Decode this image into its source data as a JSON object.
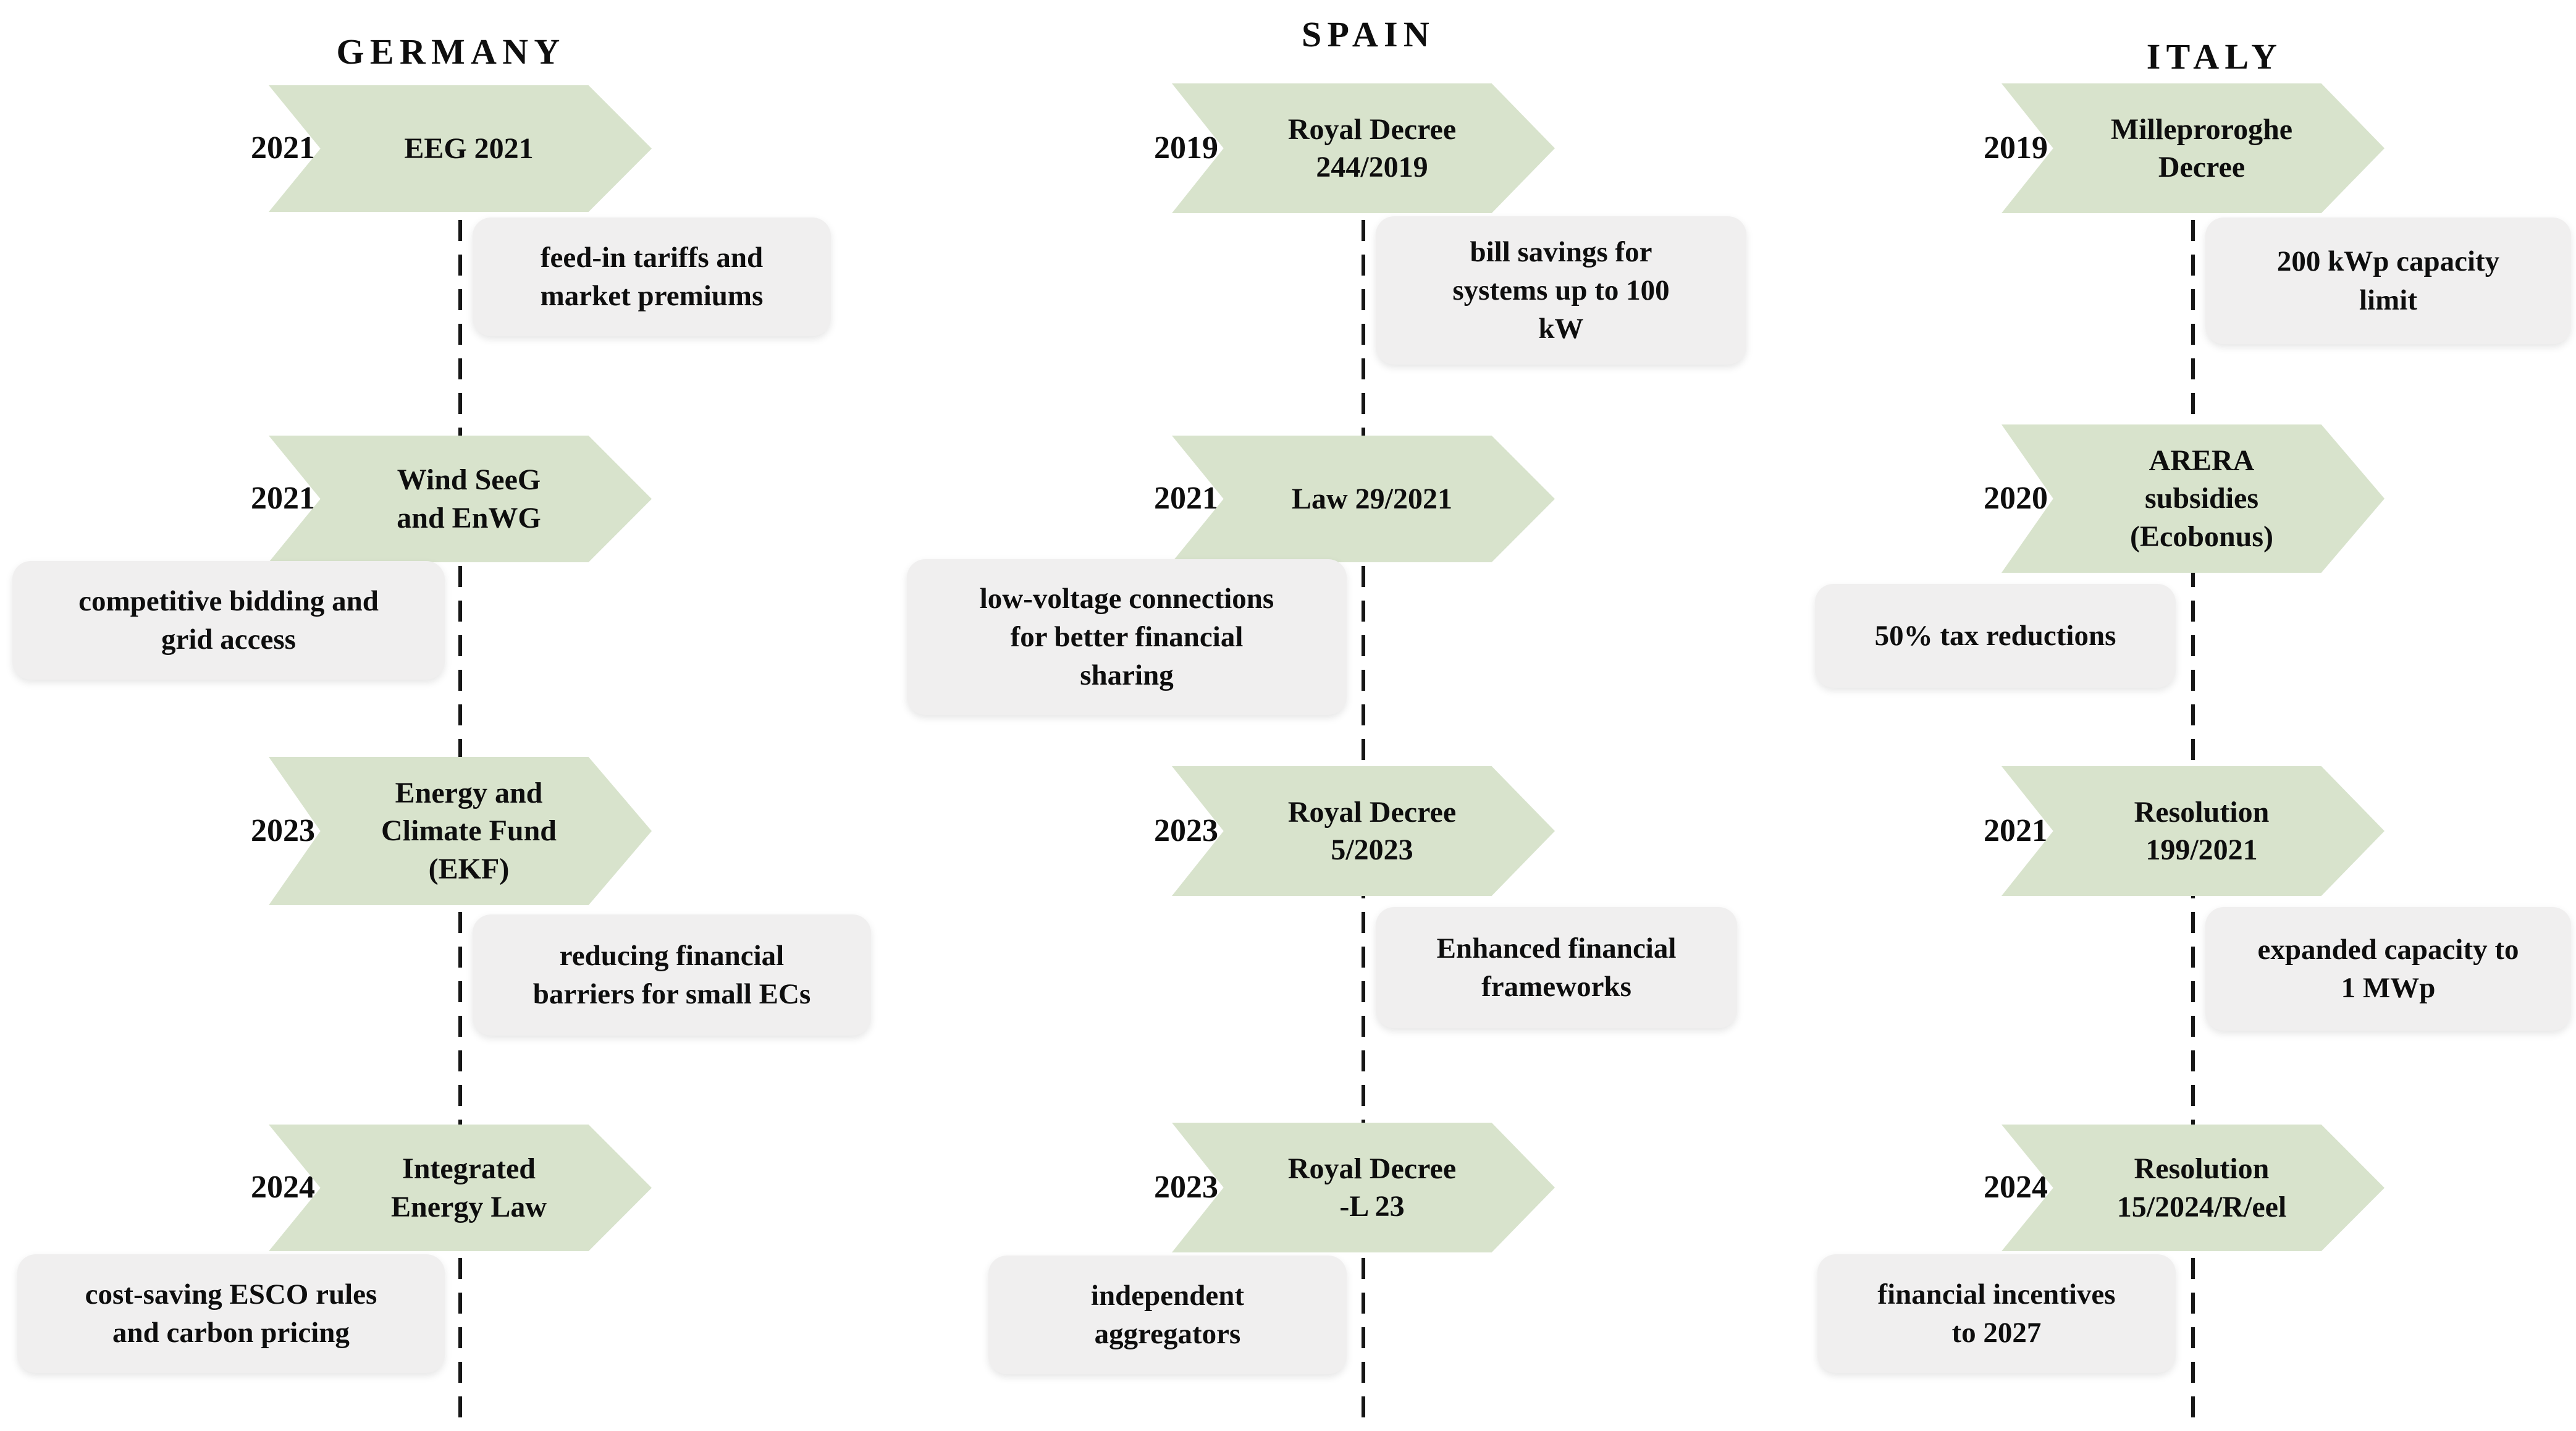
{
  "figure": {
    "type": "policy-timeline-diagram",
    "colors": {
      "arrow_fill": "#d8e3cc",
      "description_box_fill": "#f0efef",
      "timeline_color": "#161616",
      "text_color": "#0e0e0e",
      "background": "#ffffff"
    },
    "columns": [
      {
        "country": "GERMANY",
        "events": [
          {
            "year": "2021",
            "label": "EEG 2021",
            "description": "feed-in tariffs and\nmarket premiums",
            "description_side": "right"
          },
          {
            "year": "2021",
            "label": "Wind SeeG\nand EnWG",
            "description": "competitive bidding and\ngrid access",
            "description_side": "left"
          },
          {
            "year": "2023",
            "label": "Energy and\nClimate Fund\n(EKF)",
            "description": "reducing financial\nbarriers for small ECs",
            "description_side": "right"
          },
          {
            "year": "2024",
            "label": "Integrated\nEnergy Law",
            "description": "cost-saving ESCO rules\nand carbon pricing",
            "description_side": "left"
          }
        ]
      },
      {
        "country": "SPAIN",
        "events": [
          {
            "year": "2019",
            "label": "Royal Decree\n244/2019",
            "description": "bill savings for\nsystems up to 100\nkW",
            "description_side": "right"
          },
          {
            "year": "2021",
            "label": "Law 29/2021",
            "description": "low-voltage connections\nfor better financial\nsharing",
            "description_side": "left"
          },
          {
            "year": "2023",
            "label": "Royal Decree\n5/2023",
            "description": "Enhanced financial\nframeworks",
            "description_side": "right"
          },
          {
            "year": "2023",
            "label": "Royal Decree\n-L 23",
            "description": "independent\naggregators",
            "description_side": "left"
          }
        ]
      },
      {
        "country": "ITALY",
        "events": [
          {
            "year": "2019",
            "label": "Milleproroghe\nDecree",
            "description": "200 kWp capacity\nlimit",
            "description_side": "right"
          },
          {
            "year": "2020",
            "label": "ARERA\nsubsidies\n(Ecobonus)",
            "description": "50% tax reductions",
            "description_side": "left"
          },
          {
            "year": "2021",
            "label": "Resolution\n199/2021",
            "description": "expanded capacity to\n1 MWp",
            "description_side": "right"
          },
          {
            "year": "2024",
            "label": "Resolution\n15/2024/R/eel",
            "description": "financial incentives\nto 2027",
            "description_side": "left"
          }
        ]
      }
    ]
  }
}
